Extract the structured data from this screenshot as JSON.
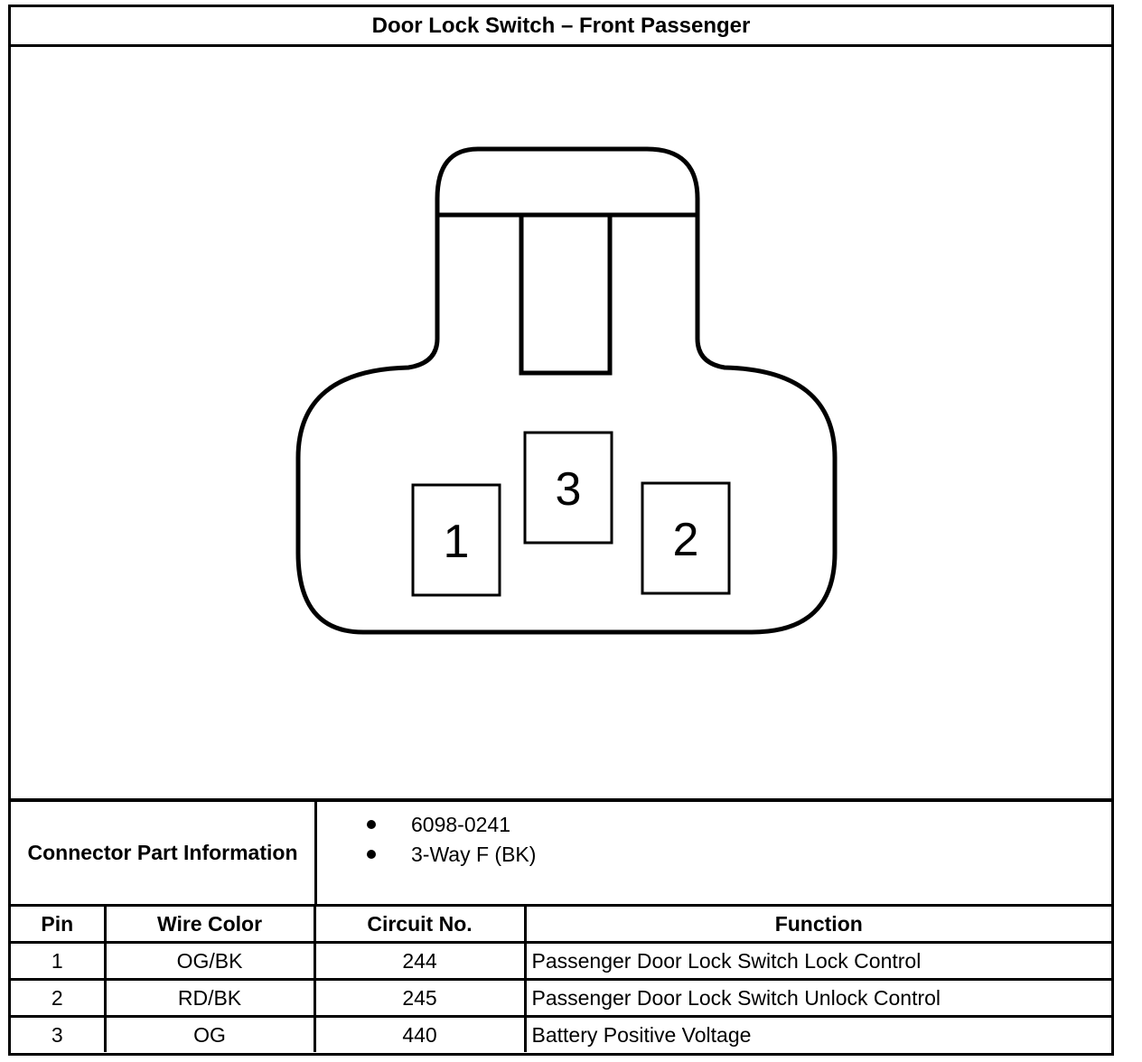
{
  "title": "Door Lock Switch – Front Passenger",
  "connector": {
    "pins": [
      {
        "label": "1"
      },
      {
        "label": "3"
      },
      {
        "label": "2"
      }
    ]
  },
  "part_info": {
    "label": "Connector Part Information",
    "items": [
      "6098-0241",
      "3-Way F (BK)"
    ]
  },
  "table": {
    "headers": [
      "Pin",
      "Wire Color",
      "Circuit No.",
      "Function"
    ],
    "rows": [
      [
        "1",
        "OG/BK",
        "244",
        "Passenger Door Lock Switch Lock Control"
      ],
      [
        "2",
        "RD/BK",
        "245",
        "Passenger Door Lock Switch Unlock Control"
      ],
      [
        "3",
        "OG",
        "440",
        "Battery Positive Voltage"
      ]
    ]
  }
}
